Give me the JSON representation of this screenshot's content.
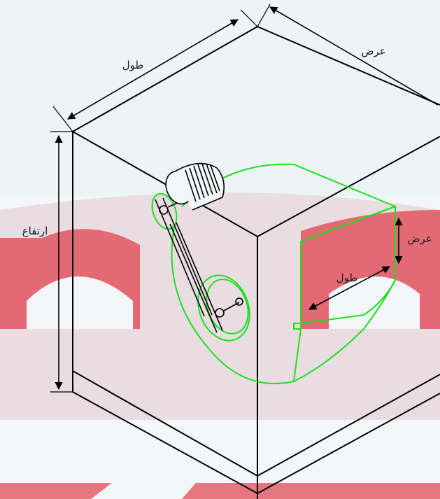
{
  "labels": {
    "box_length": "طول",
    "box_width": "عرض",
    "box_height": "ارتفاع",
    "outlet_width": "عرض",
    "outlet_length": "طول"
  },
  "colors": {
    "outline": "#000000",
    "fan": "#1ee01e",
    "watermark_red": "#e25560",
    "watermark_light": "#eef5f9",
    "background": "#f4f7fa"
  }
}
